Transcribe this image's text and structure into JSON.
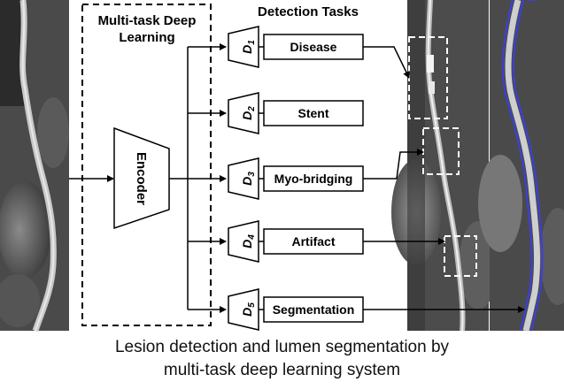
{
  "framework_box": {
    "line1": "Multi-task Deep",
    "line2": "Learning"
  },
  "encoder_label": "Encoder",
  "tasks_heading": "Detection Tasks",
  "tasks": [
    {
      "head": "D",
      "sub": "1",
      "label": "Disease"
    },
    {
      "head": "D",
      "sub": "2",
      "label": "Stent"
    },
    {
      "head": "D",
      "sub": "3",
      "label": "Myo-bridging"
    },
    {
      "head": "D",
      "sub": "4",
      "label": "Artifact"
    },
    {
      "head": "D",
      "sub": "5",
      "label": "Segmentation"
    }
  ],
  "caption": {
    "line1": "Lesion detection and lumen segmentation by",
    "line2": "multi-task deep learning system"
  },
  "colors": {
    "lumen_overlay": "#3b3fe0",
    "lesion_box": "#ffffff"
  }
}
